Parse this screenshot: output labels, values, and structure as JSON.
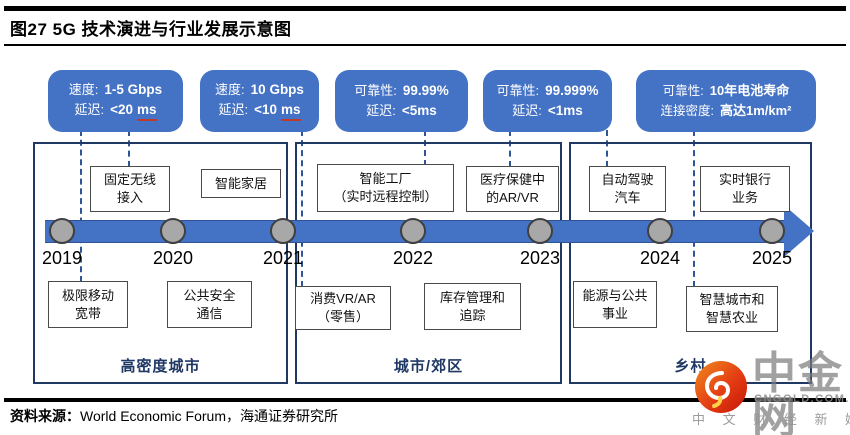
{
  "figure": {
    "title": "图27 5G 技术演进与行业发展示意图",
    "source_label": "资料来源：",
    "source_text": "World Economic Forum，海通证券研究所"
  },
  "callouts": [
    {
      "l1_label": "速度:",
      "l1_value": "1-5 Gbps",
      "l2_label": "延迟:",
      "l2_value": "<20",
      "l2_unit": "ms"
    },
    {
      "l1_label": "速度:",
      "l1_value": "10 Gbps",
      "l2_label": "延迟:",
      "l2_value": "<10",
      "l2_unit": "ms"
    },
    {
      "l1_label": "可靠性:",
      "l1_value": "99.99%",
      "l2_label": "延迟:",
      "l2_value": "<5ms"
    },
    {
      "l1_label": "可靠性:",
      "l1_value": "99.999%",
      "l2_label": "延迟:",
      "l2_value": "<1ms"
    },
    {
      "l1_label": "可靠性:",
      "l1_value": "10年电池寿命",
      "l2_label": "连接密度:",
      "l2_value": "高达1m/km²"
    }
  ],
  "timeline": {
    "years": [
      "2019",
      "2020",
      "2021",
      "2022",
      "2023",
      "2024",
      "2025"
    ]
  },
  "sections": [
    {
      "label": "高密度城市",
      "top_boxes": [
        "固定无线\n接入",
        "智能家居"
      ],
      "bottom_boxes": [
        "极限移动\n宽带",
        "公共安全\n通信"
      ]
    },
    {
      "label": "城市/郊区",
      "top_boxes": [
        "智能工厂\n（实时远程控制）",
        "医疗保健中\n的AR/VR"
      ],
      "bottom_boxes": [
        "消费VR/AR\n（零售）",
        "库存管理和\n追踪"
      ]
    },
    {
      "label": "乡村",
      "top_boxes": [
        "自动驾驶\n汽车",
        "实时银行\n业务"
      ],
      "bottom_boxes": [
        "能源与公共\n事业",
        "智慧城市和\n智慧农业"
      ]
    }
  ],
  "watermark": {
    "brand": "中金网",
    "domain": "CNGOLD.COM.CN",
    "tagline": "中 文 财 经 新 媒 体"
  },
  "colors": {
    "accent_blue": "#4472C4",
    "border_navy": "#1F3864",
    "node_gray": "#A8A8A8",
    "underline_red": "#C0392B"
  }
}
